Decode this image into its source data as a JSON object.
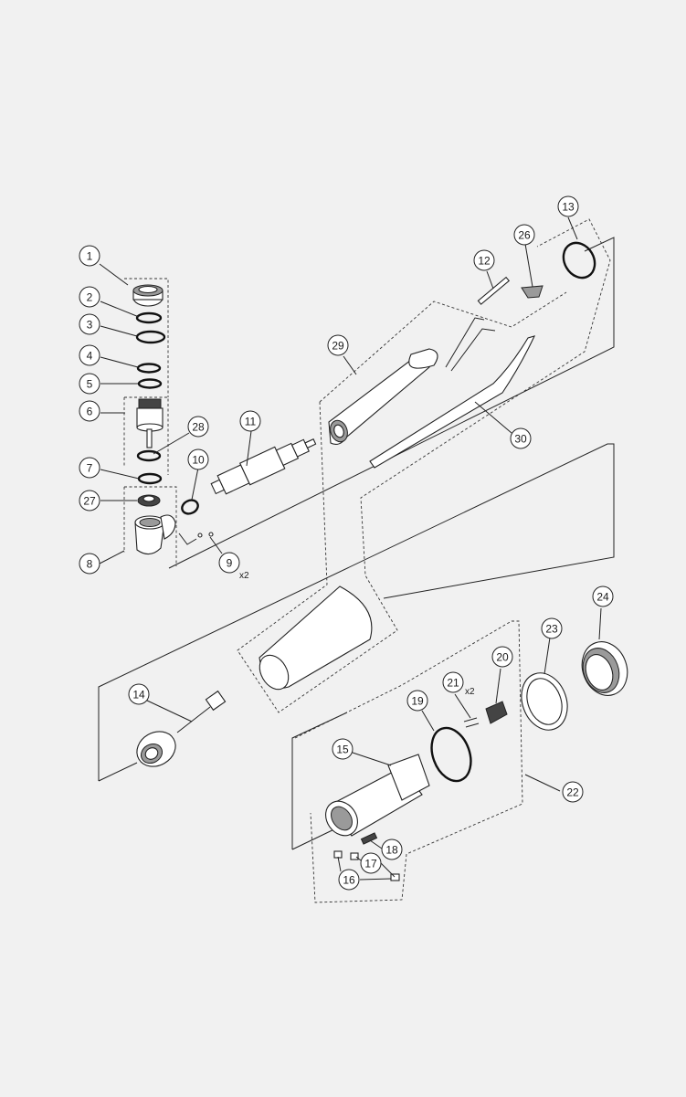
{
  "diagram": {
    "title": "",
    "callouts": [
      {
        "label": "1"
      },
      {
        "label": "2"
      },
      {
        "label": "3"
      },
      {
        "label": "4"
      },
      {
        "label": "5"
      },
      {
        "label": "6"
      },
      {
        "label": "7"
      },
      {
        "label": "27"
      },
      {
        "label": "8"
      },
      {
        "label": "28"
      },
      {
        "label": "10"
      },
      {
        "label": "11"
      },
      {
        "label": "9"
      },
      {
        "label": "12"
      },
      {
        "label": "13"
      },
      {
        "label": "26"
      },
      {
        "label": "29"
      },
      {
        "label": "30"
      },
      {
        "label": "14"
      },
      {
        "label": "24"
      },
      {
        "label": "23"
      },
      {
        "label": "20"
      },
      {
        "label": "21"
      },
      {
        "label": "19"
      },
      {
        "label": "15"
      },
      {
        "label": "22"
      },
      {
        "label": "18"
      },
      {
        "label": "17"
      },
      {
        "label": "16"
      }
    ],
    "quantity_notes": [
      {
        "text": "x2"
      },
      {
        "text": "x2"
      }
    ]
  }
}
